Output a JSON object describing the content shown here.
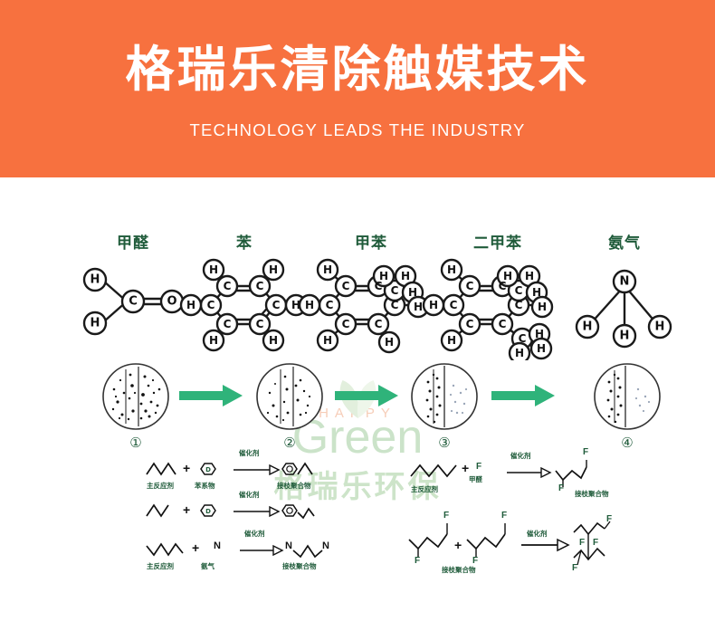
{
  "banner": {
    "title": "格瑞乐清除触媒技术",
    "subtitle": "TECHNOLOGY LEADS THE INDUSTRY",
    "bg_color": "#f7713f",
    "text_color": "#ffffff"
  },
  "watermark": {
    "line1": "HAPPY",
    "line2": "Green",
    "line3": "格瑞乐环保"
  },
  "molecules": [
    {
      "label": "甲醛",
      "name": "formaldehyde",
      "atoms": [
        "H",
        "C",
        "H",
        "O"
      ]
    },
    {
      "label": "苯",
      "name": "benzene",
      "atoms": [
        "C",
        "C",
        "C",
        "C",
        "C",
        "C",
        "H",
        "H",
        "H",
        "H",
        "H",
        "H"
      ]
    },
    {
      "label": "甲苯",
      "name": "toluene",
      "atoms": [
        "C",
        "C",
        "C",
        "C",
        "C",
        "C",
        "C",
        "H",
        "H",
        "H",
        "H",
        "H",
        "H",
        "H",
        "H"
      ]
    },
    {
      "label": "二甲苯",
      "name": "xylene",
      "atoms": [
        "C",
        "C",
        "C",
        "C",
        "C",
        "C",
        "C",
        "C",
        "H",
        "H",
        "H",
        "H",
        "H",
        "H",
        "H",
        "H",
        "H",
        "H"
      ]
    },
    {
      "label": "氨气",
      "name": "ammonia",
      "atoms": [
        "N",
        "H",
        "H",
        "H"
      ]
    }
  ],
  "process": {
    "steps": [
      "①",
      "②",
      "③",
      "④"
    ],
    "arrow_color": "#2fb37a"
  },
  "reactions": {
    "left": [
      {
        "reactant_label": "主反应剂",
        "partner_label": "苯系物",
        "catalyst_label": "催化剂",
        "product_label": "接枝聚合物",
        "partner_glyph": "D"
      },
      {
        "reactant_label": "",
        "partner_label": "",
        "catalyst_label": "催化剂",
        "product_label": "",
        "partner_glyph": "D"
      },
      {
        "reactant_label": "主反应剂",
        "partner_label": "氨气",
        "catalyst_label": "催化剂",
        "product_label": "接枝聚合物",
        "partner_glyph": "N"
      }
    ],
    "right": [
      {
        "reactant_label": "主反应剂",
        "partner_label": "甲醛",
        "catalyst_label": "催化剂",
        "product_label": "接枝聚合物",
        "partner_glyph": "F"
      },
      {
        "reactant_label": "接枝聚合物",
        "partner_label": "",
        "catalyst_label": "催化剂",
        "product_label": "",
        "partner_glyph": "F"
      }
    ]
  },
  "colors": {
    "orange": "#f7713f",
    "green_dark": "#1f5b3a",
    "green_arrow": "#2fb37a",
    "atom_stroke": "#1a1a1a"
  }
}
